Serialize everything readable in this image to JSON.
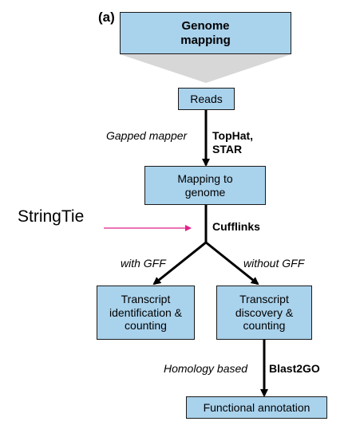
{
  "panel_label": "(a)",
  "boxes": {
    "genome_mapping": "Genome\nmapping",
    "reads": "Reads",
    "mapping_to_genome": "Mapping to\ngenome",
    "transcript_identification": "Transcript\nidentification &\ncounting",
    "transcript_discovery": "Transcript\ndiscovery &\ncounting",
    "functional_annotation": "Functional annotation"
  },
  "edge_labels": {
    "gapped_mapper": "Gapped mapper",
    "tophat_star": "TopHat,\nSTAR",
    "cufflinks": "Cufflinks",
    "with_gff": "with GFF",
    "without_gff": "without GFF",
    "homology_based": "Homology based",
    "blast2go": "Blast2GO"
  },
  "annotation": {
    "text": "StringTie",
    "arrow_color": "#e0218a"
  },
  "colors": {
    "box_fill": "#a9d2ec",
    "funnel_fill": "#d7d7d7"
  }
}
